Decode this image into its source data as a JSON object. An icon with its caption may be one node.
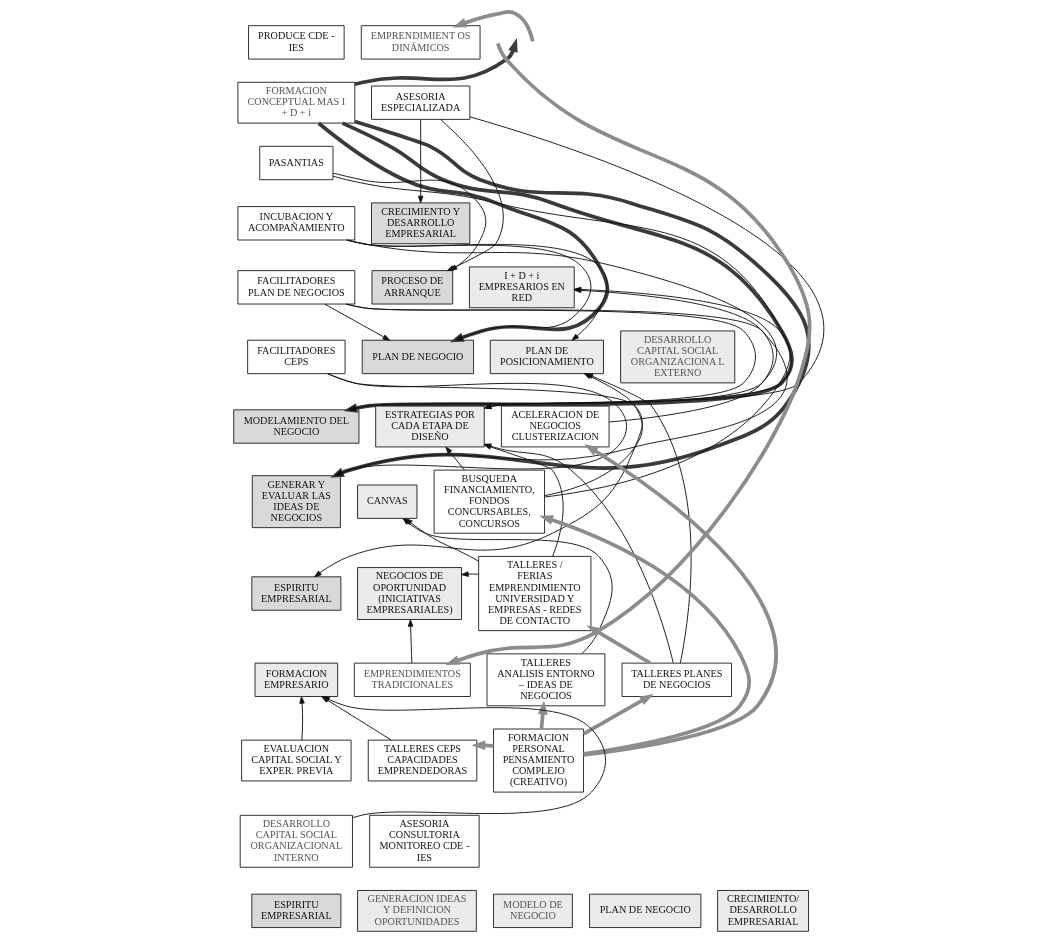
{
  "diagram": {
    "nodes": [
      {
        "text": [
          "PRODUCE CDE - IES"
        ]
      },
      {
        "text": [
          "EMPRENDIMIENT OS DINÁMICOS"
        ]
      },
      {
        "text": [
          "FORMACION CONCEPTUAL MAS I + D + i"
        ]
      },
      {
        "text": [
          "ASESORIA ESPECIALIZADA"
        ]
      },
      {
        "text": [
          "PASANTIAS"
        ]
      },
      {
        "text": [
          "INCUBACION Y ACOMPAÑAMIENTO"
        ]
      },
      {
        "text": [
          "CRECIMIENTO Y DESARROLLO EMPRESARIAL"
        ]
      },
      {
        "text": [
          "FACILITADORES PLAN DE NEGOCIOS"
        ]
      },
      {
        "text": [
          "PROCESO DE ARRANQUE"
        ]
      },
      {
        "text": [
          "I + D + i EMPRESARIOS EN RED"
        ]
      },
      {
        "text": [
          "FACILITADORES CEPS"
        ]
      },
      {
        "text": [
          "PLAN DE NEGOCIO"
        ]
      },
      {
        "text": [
          "PLAN DE POSICIONAMIENTO"
        ]
      },
      {
        "text": [
          "DESARROLLO CAPITAL SOCIAL ORGANIZACIONA L EXTERNO"
        ]
      },
      {
        "text": [
          "MODELAMIENTO DEL NEGOCIO"
        ]
      },
      {
        "text": [
          "ESTRATEGIAS POR CADA ETAPA DE DISEÑO"
        ]
      },
      {
        "text": [
          "ACELERACION DE NEGOCIOS CLUSTERIZACION"
        ]
      },
      {
        "text": [
          "GENERAR Y EVALUAR LAS IDEAS DE NEGOCIOS"
        ]
      },
      {
        "text": [
          "CANVAS"
        ]
      },
      {
        "text": [
          "BUSQUEDA FINANCIAMIENTO, FONDOS CONCURSABLES, CONCURSOS"
        ]
      },
      {
        "text": [
          "ESPIRITU EMPRESARIAL"
        ]
      },
      {
        "text": [
          "NEGOCIOS DE OPORTUNIDAD (INICIATIVAS EMPRESARIALES)"
        ]
      },
      {
        "text": [
          "TALLERES / FERIAS EMPRENDIMIENTO UNIVERSIDAD Y EMPRESAS - REDES DE CONTACTO"
        ]
      },
      {
        "text": [
          "FORMACION EMPRESARIO"
        ]
      },
      {
        "text": [
          "EMPRENDIMIENTOS TRADICIONALES"
        ]
      },
      {
        "text": [
          "TALLERES ANALISIS ENTORNO – IDEAS DE NEGOCIOS"
        ]
      },
      {
        "text": [
          "TALLERES PLANES DE NEGOCIOS"
        ]
      },
      {
        "text": [
          "EVALUACION CAPITAL SOCIAL Y EXPER. PREVIA"
        ]
      },
      {
        "text": [
          "TALLERES CEPS CAPACIDADES EMPRENDEDORAS"
        ]
      },
      {
        "text": [
          "FORMACION PERSONAL PENSAMIENTO COMPLEJO (CREATIVO)"
        ]
      },
      {
        "text": [
          "DESARROLLO CAPITAL SOCIAL ORGANIZACIONAL INTERNO"
        ]
      },
      {
        "text": [
          "ASESORIA CONSULTORIA MONITOREO CDE - IES"
        ]
      },
      {
        "text": [
          "ESPIRITU EMPRESARIAL"
        ]
      },
      {
        "text": [
          "GENERACION IDEAS Y DEFINICION OPORTUNIDADES"
        ]
      },
      {
        "text": [
          "MODELO DE NEGOCIO"
        ]
      },
      {
        "text": [
          "PLAN DE NEGOCIO"
        ]
      },
      {
        "text": [
          "CRECIMIENTO/ DESARROLLO EMPRESARIAL"
        ]
      }
    ],
    "edges": [
      {
        "from": 2,
        "to": 17,
        "arrow": "to",
        "style": "thick",
        "color": "#3a3a3a"
      },
      {
        "from": 2,
        "to": 14,
        "arrow": "to",
        "style": "thick",
        "color": "#3a3a3a"
      },
      {
        "from": 2,
        "to": 11,
        "arrow": "to",
        "style": "thick",
        "color": "#3a3a3a"
      },
      {
        "from": 2,
        "to": null,
        "arrow": "to",
        "style": "thick",
        "color": "#3a3a3a"
      },
      {
        "from": null,
        "to": 1,
        "arrow": "to",
        "style": "thick",
        "color": "#8c8c8c"
      },
      {
        "from": 5,
        "to": 11,
        "arrow": "to"
      },
      {
        "from": 5,
        "to": 12,
        "arrow": "to"
      },
      {
        "from": 5,
        "to": 14,
        "arrow": "to"
      },
      {
        "from": 7,
        "to": 17,
        "arrow": "to"
      },
      {
        "from": 7,
        "to": 14,
        "arrow": "to"
      },
      {
        "from": 7,
        "to": 11,
        "arrow": "to"
      },
      {
        "from": 10,
        "to": 20,
        "arrow": "to"
      },
      {
        "from": 10,
        "to": 17,
        "arrow": "to"
      },
      {
        "from": 4,
        "to": 8,
        "arrow": "to"
      },
      {
        "from": 4,
        "to": 15,
        "arrow": "to"
      },
      {
        "from": 3,
        "to": 6,
        "arrow": "to"
      },
      {
        "from": 3,
        "to": 8,
        "arrow": "to"
      },
      {
        "from": 3,
        "to": 15,
        "arrow": "to"
      },
      {
        "from": 19,
        "to": 15,
        "arrow": "to"
      },
      {
        "from": 19,
        "to": 12,
        "arrow": "to"
      },
      {
        "from": 19,
        "to": 9,
        "arrow": "to"
      },
      {
        "from": 16,
        "to": 9,
        "arrow": "to"
      },
      {
        "from": 22,
        "to": 18,
        "arrow": "to"
      },
      {
        "from": 22,
        "to": 21,
        "arrow": "to"
      },
      {
        "from": 22,
        "to": 15,
        "arrow": "to"
      },
      {
        "from": 24,
        "to": 21,
        "arrow": "to"
      },
      {
        "from": 25,
        "to": 18,
        "arrow": "to"
      },
      {
        "from": 26,
        "to": 15,
        "arrow": "to"
      },
      {
        "from": 26,
        "to": 12,
        "arrow": "to"
      },
      {
        "from": 27,
        "to": 23,
        "arrow": "to"
      },
      {
        "from": 30,
        "to": 23,
        "arrow": "to"
      },
      {
        "from": 28,
        "to": 23,
        "arrow": "to"
      },
      {
        "from": null,
        "to": 24,
        "arrow": "to",
        "style": "thick",
        "color": "#8c8c8c"
      },
      {
        "from": 26,
        "to": 22,
        "arrow": "to",
        "style": "thick",
        "color": "#8c8c8c"
      },
      {
        "from": 29,
        "to": 28,
        "arrow": "to",
        "style": "thick",
        "color": "#8c8c8c"
      },
      {
        "from": 29,
        "to": 25,
        "arrow": "to",
        "style": "thick",
        "color": "#8c8c8c"
      },
      {
        "from": 29,
        "to": 26,
        "arrow": "to",
        "style": "thick",
        "color": "#8c8c8c"
      },
      {
        "from": 29,
        "to": 19,
        "arrow": "to",
        "style": "thick",
        "color": "#8c8c8c"
      },
      {
        "from": 29,
        "to": 16,
        "arrow": "to",
        "style": "thick",
        "color": "#8c8c8c"
      }
    ]
  }
}
